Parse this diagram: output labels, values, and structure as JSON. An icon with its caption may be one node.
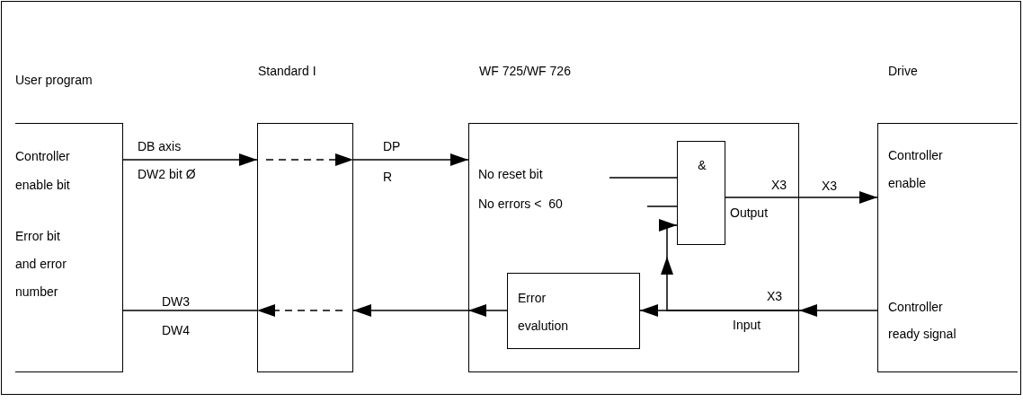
{
  "diagram": {
    "nodes": [
      {
        "text": [
          "User program",
          "Controller enable bit",
          "Error bit and error number"
        ]
      },
      {
        "text": [
          "Standard I"
        ]
      },
      {
        "text": [
          "WF 725/WF 726"
        ]
      },
      {
        "text": [
          "&"
        ],
        "in": 2
      },
      {
        "text": [
          "Error evalution"
        ],
        "in": 2
      },
      {
        "text": [
          "Drive",
          "Controller enable",
          "Controller ready signal"
        ]
      }
    ],
    "edges": [
      {
        "from": 0,
        "to": 1,
        "arrow": "to"
      },
      {
        "from": 1,
        "to": 2,
        "arrow": "to"
      },
      {
        "from": null,
        "to": 3,
        "arrow": "none"
      },
      {
        "from": null,
        "to": 3,
        "arrow": "none"
      },
      {
        "from": 3,
        "to": 5,
        "arrow": "to"
      },
      {
        "from": 5,
        "to": 2,
        "arrow": "to"
      },
      {
        "from": 2,
        "to": 4,
        "arrow": "to"
      },
      {
        "from": 2,
        "to": 3,
        "arrow": "to"
      },
      {
        "from": 4,
        "to": 2,
        "arrow": "to"
      },
      {
        "from": 2,
        "to": 1,
        "arrow": "to"
      },
      {
        "from": 1,
        "to": 0,
        "arrow": "none"
      }
    ],
    "labels": [
      "DB axis",
      "DW2 bit Ø",
      "DP",
      "R",
      "No reset bit",
      "No errors <  60",
      "X3",
      "Output",
      "X3",
      "DW3",
      "DW4",
      "X3",
      "Input"
    ]
  }
}
